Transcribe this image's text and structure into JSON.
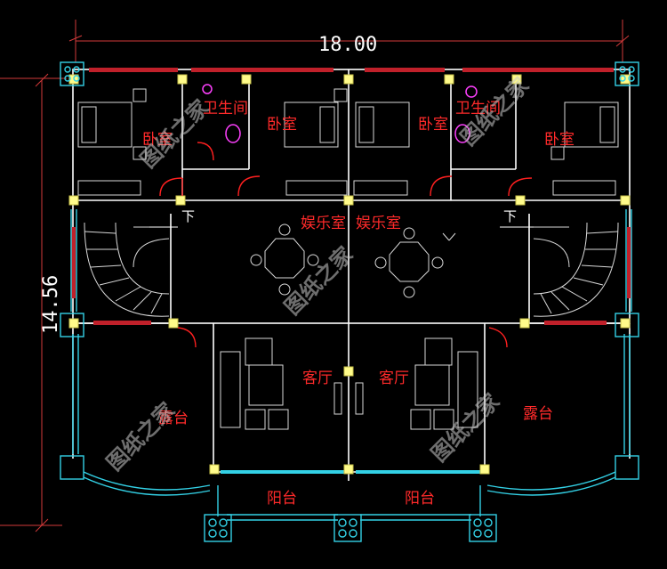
{
  "dimensions": {
    "width": "18.00",
    "depth": "14.56"
  },
  "rooms": {
    "bedroom_1": "卧室",
    "bathroom_left": "卫生间",
    "bedroom_2": "卧室",
    "bedroom_3": "卧室",
    "bathroom_right": "卫生间",
    "bedroom_4": "卧室",
    "entertainment_left": "娱乐室",
    "entertainment_right": "娱乐室",
    "living_left": "客厅",
    "living_right": "客厅",
    "terrace_left": "露台",
    "terrace_right": "露台",
    "balcony_left": "阳台",
    "balcony_right": "阳台"
  },
  "stair_marks": {
    "down_left": "下",
    "down_right": "下"
  },
  "watermark": "图纸之家",
  "colors": {
    "background": "#000000",
    "walls": "#ffffff",
    "columns": "#fffb8a",
    "windows": "#c0202a",
    "room_labels": "#ff2a2a",
    "balustrade": "#33d1e6",
    "dimension_lines": "#d23a3a"
  }
}
